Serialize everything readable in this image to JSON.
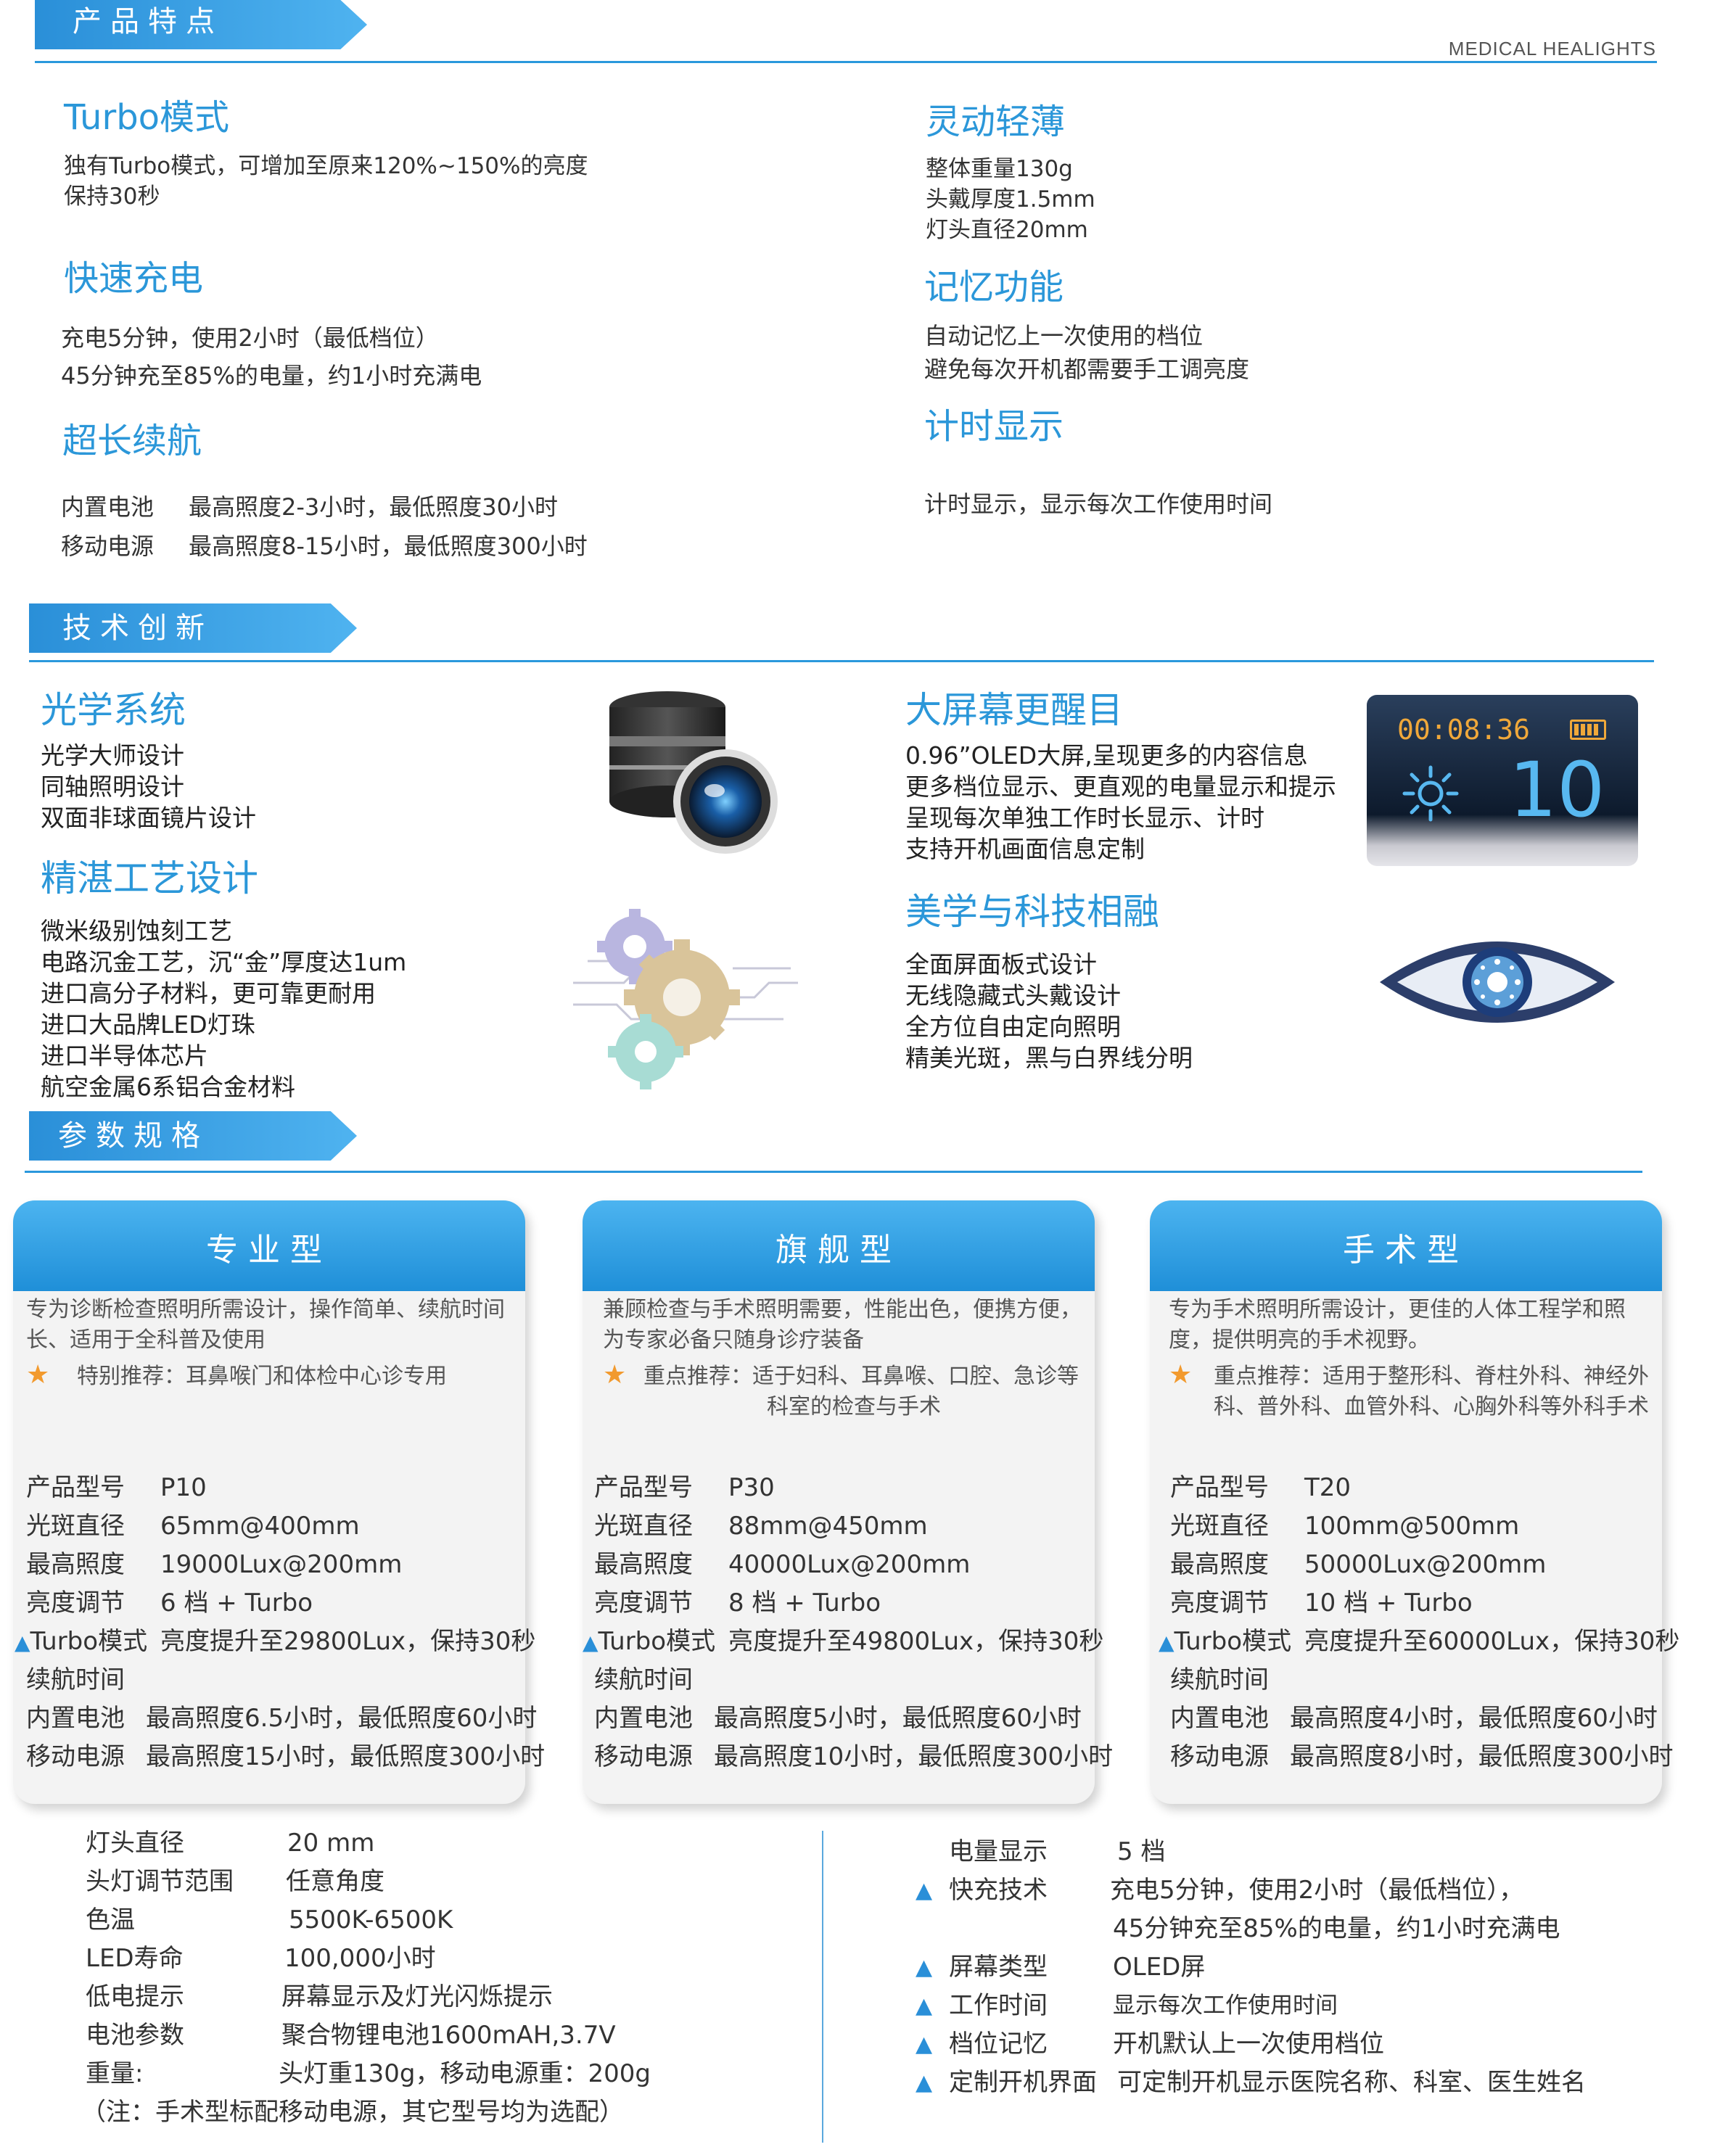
{
  "brand": "MEDICAL HEALIGHTS",
  "sections": {
    "features": "产品特点",
    "tech": "技术创新",
    "specs": "参数规格"
  },
  "features": {
    "turbo": {
      "title": "Turbo模式",
      "lines": [
        "独有Turbo模式，可增加至原来120%~150%的亮度",
        "保持30秒"
      ]
    },
    "charge": {
      "title": "快速充电",
      "lines": [
        "充电5分钟，使用2小时（最低档位）",
        "45分钟充至85%的电量，约1小时充满电"
      ]
    },
    "endurance": {
      "title": "超长续航",
      "rows": [
        {
          "k": "内置电池",
          "v": "最高照度2-3小时，最低照度30小时"
        },
        {
          "k": "移动电源",
          "v": "最高照度8-15小时，最低照度300小时"
        }
      ]
    },
    "light": {
      "title": "灵动轻薄",
      "lines": [
        "整体重量130g",
        "头戴厚度1.5mm",
        "灯头直径20mm"
      ]
    },
    "memory": {
      "title": "记忆功能",
      "lines": [
        "自动记忆上一次使用的档位",
        "避免每次开机都需要手工调亮度"
      ]
    },
    "timer": {
      "title": "计时显示",
      "lines": [
        "计时显示，显示每次工作使用时间"
      ]
    }
  },
  "tech": {
    "optics": {
      "title": "光学系统",
      "lines": [
        "光学大师设计",
        "同轴照明设计",
        "双面非球面镜片设计"
      ]
    },
    "craft": {
      "title": "精湛工艺设计",
      "lines": [
        "微米级别蚀刻工艺",
        "电路沉金工艺，沉“金”厚度达1um",
        "进口高分子材料，更可靠更耐用",
        "进口大品牌LED灯珠",
        "进口半导体芯片",
        "航空金属6系铝合金材料"
      ]
    },
    "screen": {
      "title": "大屏幕更醒目",
      "lines": [
        "0.96”OLED大屏,呈现更多的内容信息",
        "更多档位显示、更直观的电量显示和提示",
        "呈现每次单独工作时长显示、计时",
        "支持开机画面信息定制"
      ]
    },
    "design": {
      "title": "美学与科技相融",
      "lines": [
        "全面屏面板式设计",
        "无线隐藏式头戴设计",
        "全方位自由定向照明",
        "精美光斑，黑与白界线分明"
      ]
    },
    "oled": {
      "time": "00:08:36",
      "level": "10"
    }
  },
  "cards": [
    {
      "title": "专业型",
      "desc": "专为诊断检查照明所需设计，操作简单、续航时间长、适用于全科普及使用",
      "rec": "特别推荐：耳鼻喉门和体检中心诊专用",
      "rec2": "",
      "model_k": "产品型号",
      "model": "P10",
      "spot_k": "光斑直径",
      "spot": "65mm@400mm",
      "lux_k": "最高照度",
      "lux": "19000Lux@200mm",
      "adj_k": "亮度调节",
      "adj": "6 档 + Turbo",
      "turbo_k": "Turbo模式",
      "turbo": "亮度提升至29800Lux，保持30秒",
      "life_k": "续航时间",
      "batt_k": "内置电池",
      "batt": "最高照度6.5小时，最低照度60小时",
      "power_k": "移动电源",
      "power": "最高照度15小时，最低照度300小时"
    },
    {
      "title": "旗舰型",
      "desc": "兼顾检查与手术照明需要，性能出色，便携方便，为专家必备只随身诊疗装备",
      "rec": "重点推荐：适于妇科、耳鼻喉、口腔、急诊等",
      "rec2": "科室的检查与手术",
      "model_k": "产品型号",
      "model": "P30",
      "spot_k": "光斑直径",
      "spot": "88mm@450mm",
      "lux_k": "最高照度",
      "lux": "40000Lux@200mm",
      "adj_k": "亮度调节",
      "adj": "8 档 + Turbo",
      "turbo_k": "Turbo模式",
      "turbo": "亮度提升至49800Lux，保持30秒",
      "life_k": "续航时间",
      "batt_k": "内置电池",
      "batt": "最高照度5小时，最低照度60小时",
      "power_k": "移动电源",
      "power": "最高照度10小时，最低照度300小时"
    },
    {
      "title": "手术型",
      "desc": "专为手术照明所需设计，更佳的人体工程学和照度，提供明亮的手术视野。",
      "rec": "重点推荐：适用于整形科、脊柱外科、神经外",
      "rec2": "科、普外科、血管外科、心胸外科等外科手术",
      "model_k": "产品型号",
      "model": "T20",
      "spot_k": "光斑直径",
      "spot": "100mm@500mm",
      "lux_k": "最高照度",
      "lux": "50000Lux@200mm",
      "adj_k": "亮度调节",
      "adj": "10 档 + Turbo",
      "turbo_k": "Turbo模式",
      "turbo": "亮度提升至60000Lux，保持30秒",
      "life_k": "续航时间",
      "batt_k": "内置电池",
      "batt": "最高照度4小时，最低照度60小时",
      "power_k": "移动电源",
      "power": "最高照度8小时，最低照度300小时"
    }
  ],
  "common_left": [
    {
      "k": "灯头直径",
      "v": "20 mm"
    },
    {
      "k": "头灯调节范围",
      "v": "任意角度"
    },
    {
      "k": "色温",
      "v": "5500K-6500K"
    },
    {
      "k": "LED寿命",
      "v": "100,000小时"
    },
    {
      "k": "低电提示",
      "v": "屏幕显示及灯光闪烁提示"
    },
    {
      "k": "电池参数",
      "v": "聚合物锂电池1600mAH,3.7V"
    },
    {
      "k": "重量:",
      "v": "头灯重130g，移动电源重：200g"
    }
  ],
  "note": "（注：手术型标配移动电源，其它型号均为选配）",
  "common_right": [
    {
      "k": "电量显示",
      "v": "5 档",
      "tri": false
    },
    {
      "k": "快充技术",
      "v": "充电5分钟，使用2小时（最低档位），",
      "tri": true
    },
    {
      "k": "",
      "v": "45分钟充至85%的电量，约1小时充满电",
      "tri": false
    },
    {
      "k": "屏幕类型",
      "v": "OLED屏",
      "tri": true
    },
    {
      "k": "工作时间",
      "v": "显示每次工作使用时间",
      "tri": true
    },
    {
      "k": "档位记忆",
      "v": "开机默认上一次使用档位",
      "tri": true
    },
    {
      "k": "定制开机界面",
      "v": "可定制开机显示医院名称、科室、医生姓名",
      "tri": true
    }
  ]
}
